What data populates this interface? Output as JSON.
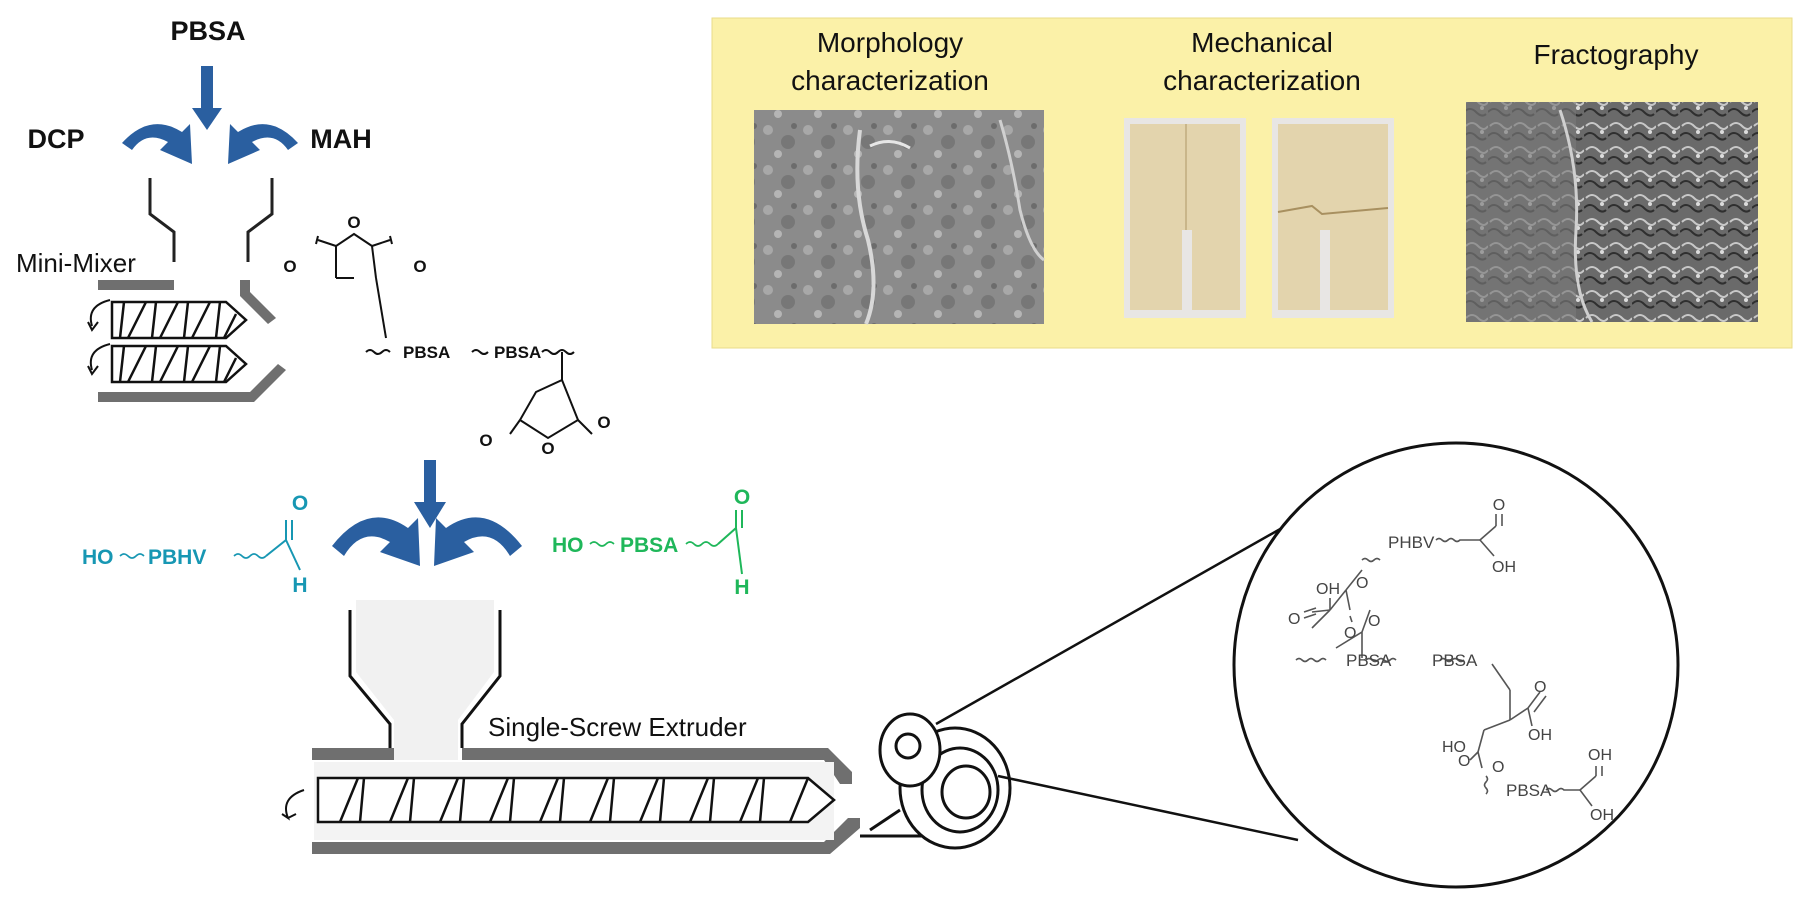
{
  "mixer": {
    "feed_top": "PBSA",
    "feed_left": "DCP",
    "feed_right": "MAH",
    "label": "Mini-Mixer"
  },
  "grafted_polymer": {
    "chain_left": "PBSA",
    "chain_right": "PBSA",
    "o_labels": [
      "O",
      "O",
      "O",
      "O",
      "O",
      "O"
    ]
  },
  "extruder": {
    "label": "Single-Screw Extruder",
    "feed_left": {
      "ho": "HO",
      "chain": "PBHV",
      "o": "O",
      "h": "H"
    },
    "feed_right": {
      "ho": "HO",
      "chain": "PBSA",
      "o": "O",
      "h": "H"
    }
  },
  "characterization": {
    "morphology": [
      "Morphology",
      "characterization"
    ],
    "mechanical": [
      "Mechanical",
      "characterization"
    ],
    "fractography": [
      "Fractography"
    ]
  },
  "zoom_structure": {
    "phbv": "PHBV",
    "pbsa_left": "PBSA",
    "pbsa_right": "PBSA",
    "pbsa_bottom": "PBSA",
    "oh_1": "OH",
    "oh_2": "OH",
    "oh_3": "OH",
    "oh_4": "OH",
    "oh_5": "OH",
    "ho_1": "HO",
    "o_1": "O",
    "o_2": "O",
    "o_3": "O",
    "o_4": "O",
    "o_5": "O",
    "o_6": "O",
    "o_7": "O",
    "o_8": "O"
  },
  "colors": {
    "arrow_blue": "#2a5fa0",
    "panel_yellow": "#fbf1a8",
    "pbhv_teal": "#1797b3",
    "pbsa_green": "#1fb75a",
    "barrel_gray": "#6f6f6f"
  }
}
